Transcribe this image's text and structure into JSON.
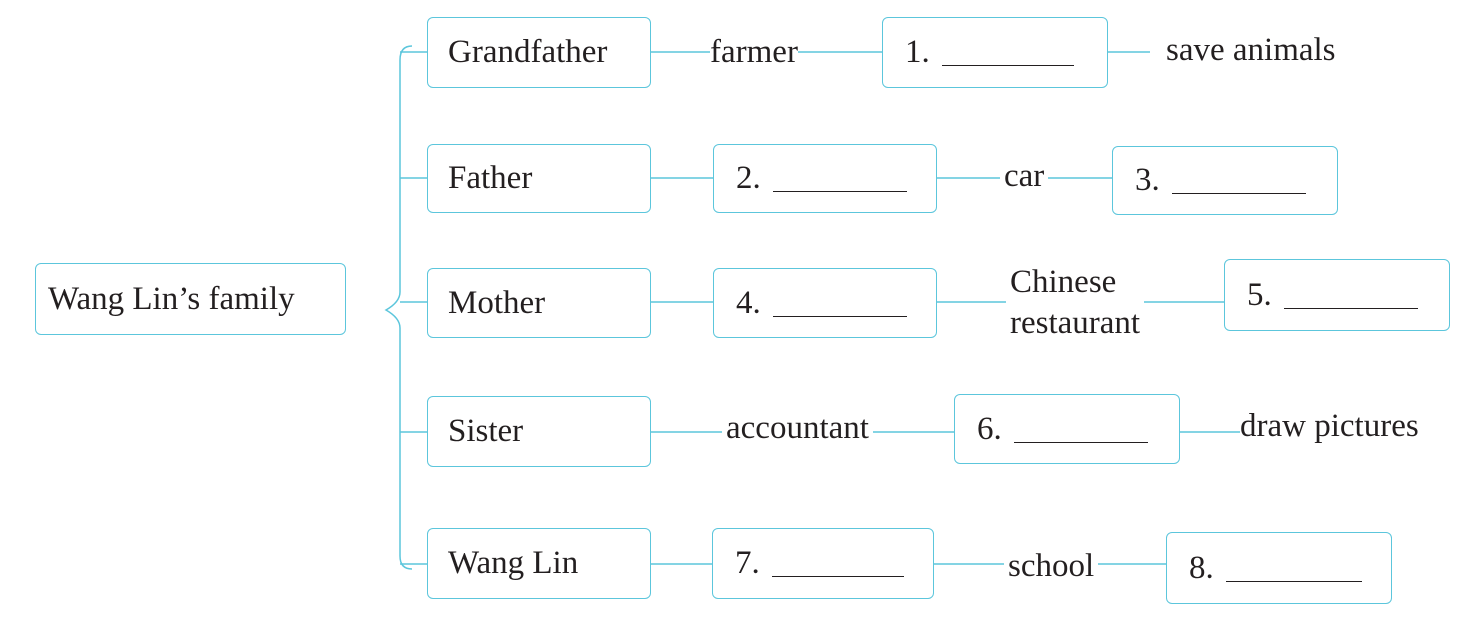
{
  "root": {
    "label": "Wang Lin’s family"
  },
  "rows": [
    {
      "name": "Grandfather",
      "items": [
        {
          "type": "text",
          "text": "farmer"
        },
        {
          "type": "blank",
          "number": "1."
        },
        {
          "type": "text",
          "text": "save animals"
        }
      ]
    },
    {
      "name": "Father",
      "items": [
        {
          "type": "blank",
          "number": "2."
        },
        {
          "type": "text",
          "text": "car"
        },
        {
          "type": "blank",
          "number": "3."
        }
      ]
    },
    {
      "name": "Mother",
      "items": [
        {
          "type": "blank",
          "number": "4."
        },
        {
          "type": "text",
          "text": "Chinese\nrestaurant"
        },
        {
          "type": "blank",
          "number": "5."
        }
      ]
    },
    {
      "name": "Sister",
      "items": [
        {
          "type": "text",
          "text": "accountant"
        },
        {
          "type": "blank",
          "number": "6."
        },
        {
          "type": "text",
          "text": "draw pictures"
        }
      ]
    },
    {
      "name": "Wang Lin",
      "items": [
        {
          "type": "blank",
          "number": "7."
        },
        {
          "type": "text",
          "text": "school"
        },
        {
          "type": "blank",
          "number": "8."
        }
      ]
    }
  ],
  "colors": {
    "line": "#5cc6dc",
    "text": "#231f20"
  }
}
